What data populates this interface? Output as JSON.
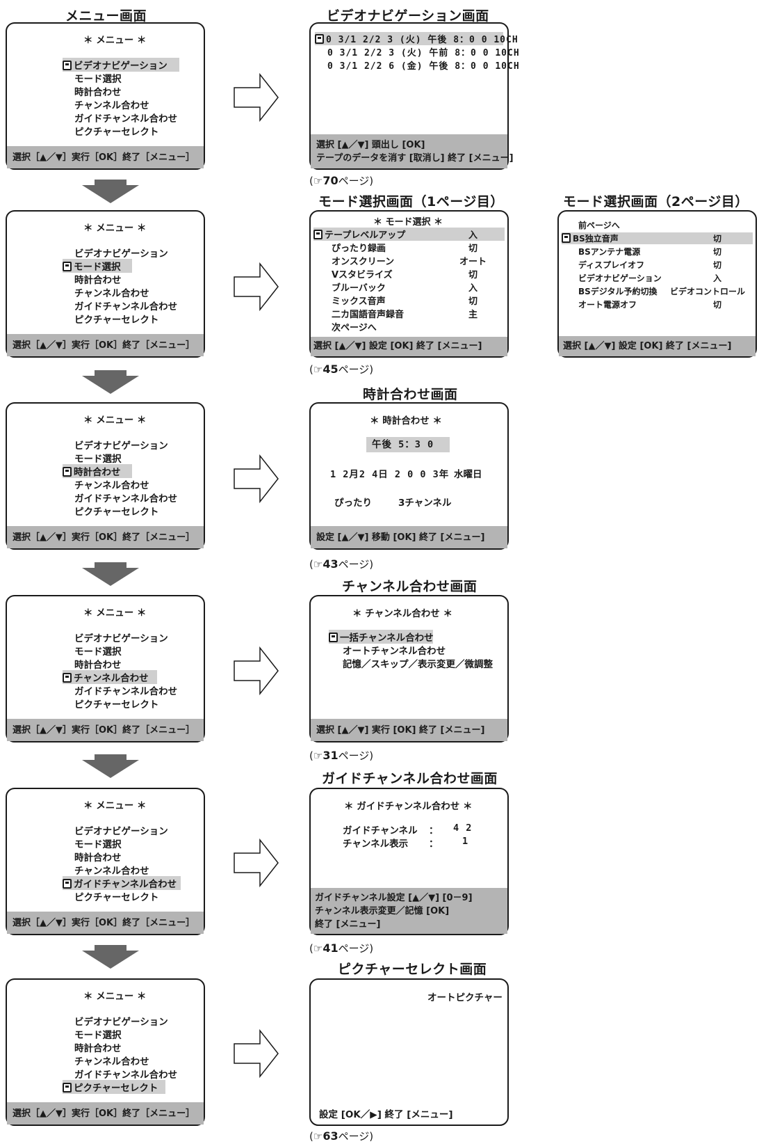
{
  "left_col": {
    "heading": "メニュー画面",
    "title": "＊ メニュー ＊",
    "items": [
      "ビデオナビゲーション",
      "モード選択",
      "時計合わせ",
      "チャンネル合わせ",
      "ガイドチャンネル合わせ",
      "ピクチャーセレクト"
    ],
    "footer": "選択［▲／▼］実行［OK］終了［メニュー］"
  },
  "videonavi": {
    "heading": "ビデオナビゲーション画面",
    "rows": [
      "0 3/1 2/2 3 (火) 午後  8：0 0  10CH",
      "0 3/1 2/2 3 (火) 午前  8：0 0  10CH",
      "0 3/1 2/2 6 (金) 午後  8：0 0  10CH"
    ],
    "footer1": "選択 [▲／▼] 頭出し [OK]",
    "footer2": "テープのデータを消す [取消し] 終了 [メニュー]",
    "ref_pre": "(☞",
    "ref_num": "70",
    "ref_post": "ページ)"
  },
  "mode1": {
    "heading": "モード選択画面（1ページ目）",
    "title": "＊  モード選択  ＊",
    "rows": [
      {
        "label": "テープレベルアップ",
        "value": "入"
      },
      {
        "label": "ぴったり録画",
        "value": "切"
      },
      {
        "label": "オンスクリーン",
        "value": "オート"
      },
      {
        "label": "Vスタビライズ",
        "value": "切"
      },
      {
        "label": "ブルーバック",
        "value": "入"
      },
      {
        "label": "ミックス音声",
        "value": "切"
      },
      {
        "label": "二カ国語音声録音",
        "value": "主"
      },
      {
        "label": "次ページへ",
        "value": ""
      }
    ],
    "footer": "選択 [▲／▼]   設定 [OK]   終了 [メニュー]",
    "ref_pre": "(☞",
    "ref_num": "45",
    "ref_post": "ページ)"
  },
  "mode2": {
    "heading": "モード選択画面（2ページ目）",
    "rows": [
      {
        "label": "前ページへ",
        "value": ""
      },
      {
        "label": "BS独立音声",
        "value": "切"
      },
      {
        "label": "BSアンテナ電源",
        "value": "切"
      },
      {
        "label": "ディスプレイオフ",
        "value": "切"
      },
      {
        "label": "ビデオナビゲーション",
        "value": "入"
      },
      {
        "label": "BSデジタル予約切換",
        "value": "ビデオコントロール"
      },
      {
        "label": "オート電源オフ",
        "value": "切"
      }
    ],
    "footer": "選択 [▲／▼]   設定 [OK]   終了 [メニュー]"
  },
  "clock": {
    "heading": "時計合わせ画面",
    "title": "＊  時計合わせ  ＊",
    "time": "午後  5：3 0",
    "date_part1": "1 2月2 4日  2 0 0 3年",
    "date_part2": "水曜日",
    "pittari": "ぴったり",
    "channel": "3チャンネル",
    "footer": "設定 [▲／▼] 移動 [OK] 終了 [メニュー]",
    "ref_pre": "(☞",
    "ref_num": "43",
    "ref_post": "ページ)"
  },
  "channel": {
    "heading": "チャンネル合わせ画面",
    "title": "＊  チャンネル合わせ  ＊",
    "items": [
      "一括チャンネル合わせ",
      "オートチャンネル合わせ",
      "記憶／スキップ／表示変更／微調整"
    ],
    "footer": "選択 [▲／▼] 実行 [OK] 終了 [メニュー]",
    "ref_pre": "(☞",
    "ref_num": "31",
    "ref_post": "ページ)"
  },
  "guide": {
    "heading": "ガイドチャンネル合わせ画面",
    "title": "＊  ガイドチャンネル合わせ  ＊",
    "row1_label": "ガイドチャンネル",
    "row1_sep": "：",
    "row1_value": "4 2",
    "row2_label": "チャンネル表示",
    "row2_sep": "：",
    "row2_value": "1",
    "footer1": "ガイドチャンネル設定 [▲／▼]  [0－9]",
    "footer2": "チャンネル表示変更／記憶 [OK]",
    "footer3": "終了 [メニュー]",
    "ref_pre": "(☞",
    "ref_num": "41",
    "ref_post": "ページ)"
  },
  "picture": {
    "heading": "ピクチャーセレクト画面",
    "mode": "オートピクチャー",
    "footer": "設定 [OK／▶]   終了 [メニュー]",
    "ref_pre": "(☞",
    "ref_num": "63",
    "ref_post": "ページ)"
  },
  "colors": {
    "highlight": "#cfcfcf",
    "footer_bar": "#b4b4b4",
    "arrow_fill": "#666666",
    "border": "#1a1a1a"
  },
  "icons": {
    "cursor": "cursor-icon",
    "right_arrow": "outline-right-arrow-icon",
    "down_arrow": "gray-down-arrow-icon"
  }
}
